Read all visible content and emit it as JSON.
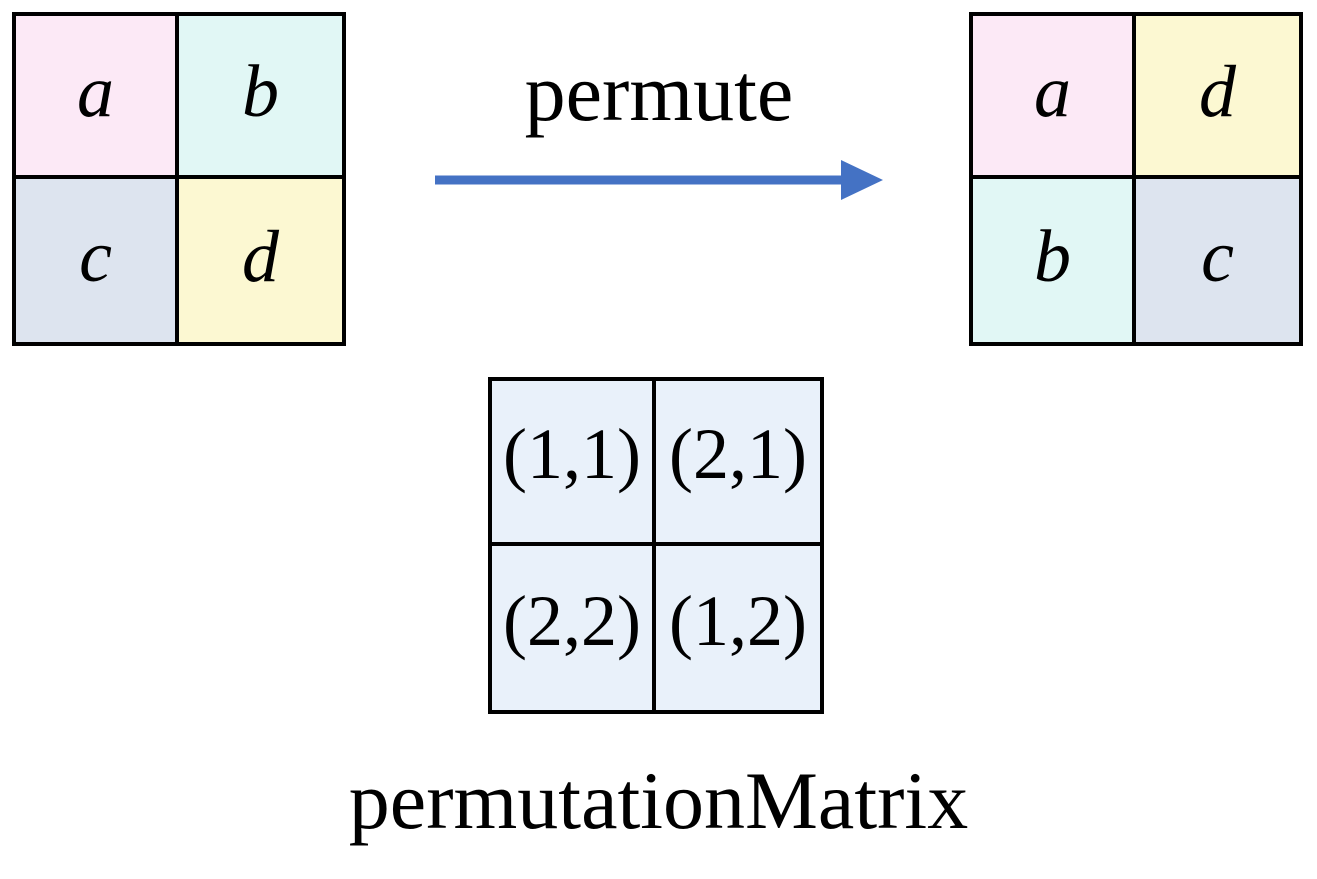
{
  "diagram": {
    "source_matrix": {
      "cells": [
        {
          "label": "a",
          "color": "#fce9f6"
        },
        {
          "label": "b",
          "color": "#e1f7f5"
        },
        {
          "label": "c",
          "color": "#dde4ef"
        },
        {
          "label": "d",
          "color": "#fcf8d2"
        }
      ]
    },
    "arrow": {
      "label": "permute",
      "color": "#4472c4"
    },
    "result_matrix": {
      "cells": [
        {
          "label": "a",
          "color": "#fce9f6"
        },
        {
          "label": "d",
          "color": "#fcf8d2"
        },
        {
          "label": "b",
          "color": "#e1f7f5"
        },
        {
          "label": "c",
          "color": "#dde4ef"
        }
      ]
    },
    "permutation_matrix": {
      "cell_color": "#e9f1fa",
      "cells": [
        {
          "label": "(1,1)"
        },
        {
          "label": "(2,1)"
        },
        {
          "label": "(2,2)"
        },
        {
          "label": "(1,2)"
        }
      ]
    },
    "caption": "permutationMatrix"
  }
}
